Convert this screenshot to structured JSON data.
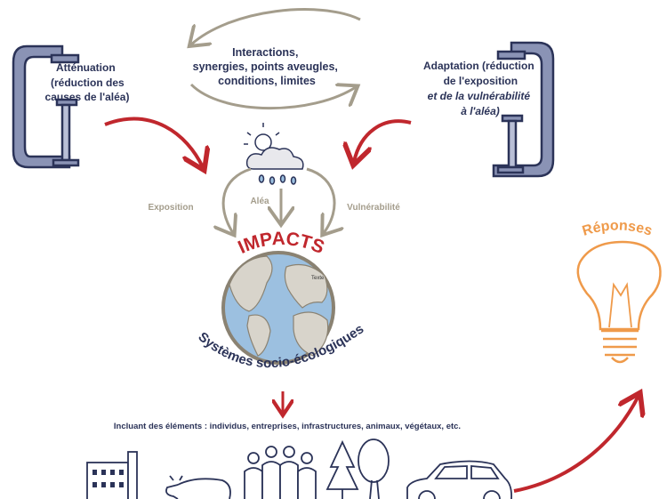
{
  "interactions": {
    "lines": [
      "Interactions,",
      "synergies, points aveugles,",
      "conditions, limites"
    ]
  },
  "attenuation": {
    "lines": [
      "Atténuation",
      "(réduction des",
      "causes de l'aléa)"
    ]
  },
  "adaptation": {
    "lines": [
      "Adaptation (réduction",
      "de l'exposition",
      "et de la vulnérabilité",
      "à l'aléa)"
    ]
  },
  "drivers": {
    "exposition": "Exposition",
    "alea": "Aléa",
    "vulnerabilite": "Vulnérabilité"
  },
  "impacts": "IMPACTS",
  "globe_label": "Texte",
  "systems": "Systèmes socio-écologiques",
  "including": "Incluant des éléments : individus, entreprises, infrastructures, animaux, végétaux, etc.",
  "responses": "Réponses",
  "colors": {
    "navy": "#2b3358",
    "red": "#c0272d",
    "grey": "#a49d8c",
    "orange": "#ef9a4a",
    "clamp": "#8a93b5",
    "ocean": "#9cc0e0",
    "land": "#d8d4cb"
  }
}
